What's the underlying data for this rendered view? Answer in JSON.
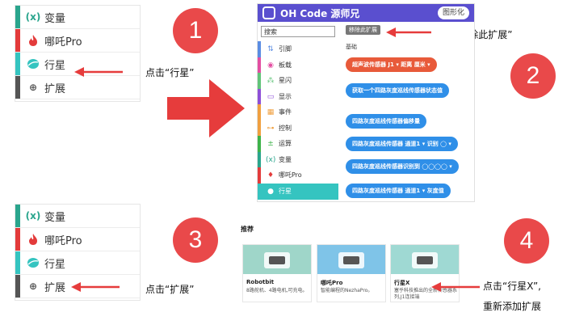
{
  "steps": [
    "1",
    "2",
    "3",
    "4"
  ],
  "notes": {
    "click_planet": "点击“行星”",
    "click_delete": "点击“删除此扩展”",
    "click_extension": "点击“扩展”",
    "click_planet_x_1": "点击“行星X”,",
    "click_planet_x_2": "重新添加扩展"
  },
  "panel1": {
    "items": [
      {
        "icon": "(x)",
        "label": "变量",
        "bar": "#2aa58d"
      },
      {
        "icon": "flame",
        "label": "哪吒Pro",
        "bar": "#e33b3b"
      },
      {
        "icon": "planet",
        "label": "行星",
        "bar": "#35c4c0"
      },
      {
        "icon": "⊕",
        "label": "扩展",
        "bar": "#555555"
      }
    ]
  },
  "panel3": {
    "items": [
      {
        "icon": "(x)",
        "label": "变量",
        "bar": "#2aa58d"
      },
      {
        "icon": "flame",
        "label": "哪吒Pro",
        "bar": "#e33b3b"
      },
      {
        "icon": "planet",
        "label": "行星",
        "bar": "#35c4c0"
      },
      {
        "icon": "⊕",
        "label": "扩展",
        "bar": "#555555"
      }
    ]
  },
  "editor": {
    "title": "OH Code 源师兄",
    "graphic_btn": "图形化",
    "search_placeholder": "搜索",
    "remove_btn": "移除此扩展",
    "basic_label": "基础",
    "sidebar": [
      {
        "label": "引脚",
        "bar": "#5b8de3",
        "icon": "⇅"
      },
      {
        "label": "板载",
        "bar": "#e34ea2",
        "icon": "◉"
      },
      {
        "label": "星闪",
        "bar": "#62c47a",
        "icon": "⁂"
      },
      {
        "label": "显示",
        "bar": "#8e4fd8",
        "icon": "▭"
      },
      {
        "label": "事件",
        "bar": "#f0a040",
        "icon": "▦"
      },
      {
        "label": "控制",
        "bar": "#f0a040",
        "icon": "⊶"
      },
      {
        "label": "运算",
        "bar": "#3db34a",
        "icon": "±"
      },
      {
        "label": "变量",
        "bar": "#2aa58d",
        "icon": "(x)"
      },
      {
        "label": "哪吒Pro",
        "bar": "#e33b3b",
        "icon": "♦"
      },
      {
        "label": "行星",
        "bar": "#35c4c0",
        "icon": "●"
      }
    ],
    "blocks": [
      {
        "text": "超声波传感器 J1 ▾ 距离 厘米 ▾",
        "color": "#e85a3a"
      },
      {
        "text": "获取一个四路灰度巡线传感器状态值",
        "color": "#2f8fe8"
      },
      {
        "text": "四路灰度巡线传感器偏移量",
        "color": "#2f8fe8"
      },
      {
        "text": "四路灰度巡线传感器 通道1 ▾ 识别 ◯ ▾",
        "color": "#2f8fe8"
      },
      {
        "text": "四路灰度巡线传感器识别到 ◯◯◯◯ ▾",
        "color": "#2f8fe8"
      },
      {
        "text": "四路灰度巡线传感器 通道1 ▾ 灰度值",
        "color": "#2f8fe8"
      }
    ]
  },
  "recommend": {
    "label": "推荐",
    "cards": [
      {
        "title": "Robotbit",
        "desc": "8路舵机、4路电机,可充电。",
        "color": "#9fd6c9"
      },
      {
        "title": "哪吒Pro",
        "desc": "智能编程的NezhaPro。",
        "color": "#7fc4e8"
      },
      {
        "title": "行星X",
        "desc": "塞乎科技推出的全新传感器系列,J1连接端",
        "color": "#9fd9d3"
      }
    ]
  },
  "colors": {
    "accent_red": "#e9494a",
    "arrow_red": "#e63c3c",
    "header_purple": "#5a4fcf"
  }
}
